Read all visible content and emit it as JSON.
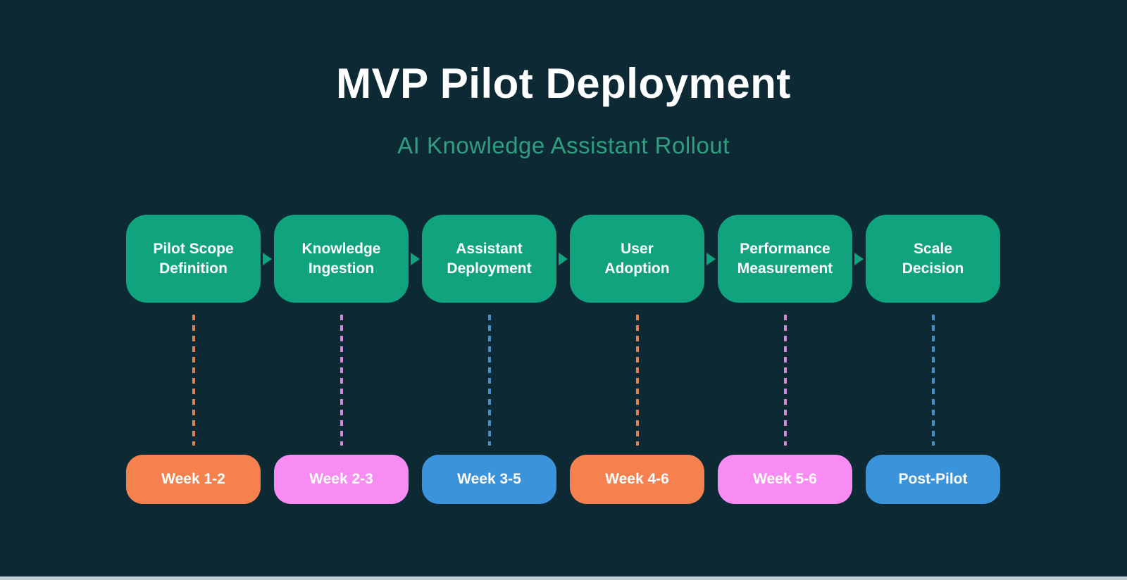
{
  "header": {
    "title": "MVP Pilot Deployment",
    "subtitle": "AI Knowledge Assistant Rollout"
  },
  "colors": {
    "background": "#0D2A34",
    "stage_green": "#10A37E",
    "subtitle_green": "#2E9F7E",
    "text_white": "#FFFFFF",
    "bottom_strip": "#C2CDD5"
  },
  "stages": [
    {
      "label": "Pilot Scope\nDefinition",
      "timeline": "Week 1-2",
      "node_color": "#10A37E",
      "pill_color": "#F5824E",
      "connector_color": "#D98457"
    },
    {
      "label": "Knowledge\nIngestion",
      "timeline": "Week 2-3",
      "node_color": "#10A37E",
      "pill_color": "#F98CF3",
      "connector_color": "#D08BD8"
    },
    {
      "label": "Assistant\nDeployment",
      "timeline": "Week 3-5",
      "node_color": "#10A37E",
      "pill_color": "#3B93DC",
      "connector_color": "#4A90C8"
    },
    {
      "label": "User\nAdoption",
      "timeline": "Week 4-6",
      "node_color": "#10A37E",
      "pill_color": "#F5824E",
      "connector_color": "#D98457"
    },
    {
      "label": "Performance\nMeasurement",
      "timeline": "Week 5-6",
      "node_color": "#10A37E",
      "pill_color": "#F98CF3",
      "connector_color": "#D08BD8"
    },
    {
      "label": "Scale\nDecision",
      "timeline": "Post-Pilot",
      "node_color": "#10A37E",
      "pill_color": "#3B93DC",
      "connector_color": "#4A90C8"
    }
  ]
}
